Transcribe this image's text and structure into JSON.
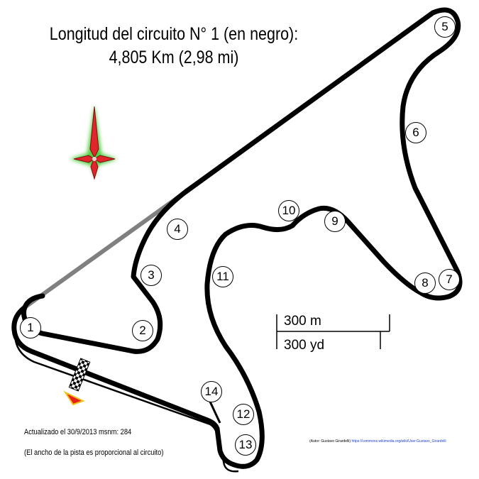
{
  "title": {
    "line1": "Longitud del circuito N° 1 (en negro):",
    "line2": "4,805 Km (2,98 mi)"
  },
  "turns": [
    "1",
    "2",
    "3",
    "4",
    "5",
    "6",
    "7",
    "8",
    "9",
    "10",
    "11",
    "12",
    "13",
    "14"
  ],
  "scale_bar": {
    "metric_label": "300 m",
    "imperial_label": "300 yd"
  },
  "notes": {
    "updated": "Actualizado el 30/9/2013 msnm: 284",
    "width_note": "(El ancho de la pista es proporcional al circuito)",
    "author_prefix": "(Autor: Gustavo Girardelli)",
    "author_link": "https://commons.wikimedia.org/wiki/User:Gustavo_Girardelli"
  },
  "colors": {
    "main_circuit": "#000000",
    "alternate_circuit": "#808080",
    "compass_fill": "#e0262a",
    "compass_glow": "#3ec92e",
    "start_marker": "#e8201a",
    "start_marker_edge": "#f2c21b"
  },
  "icons": {
    "compass": "north-arrow-compass-rose",
    "start_finish": "checkered-flag-line",
    "pit_exit": "triangle-marker"
  }
}
